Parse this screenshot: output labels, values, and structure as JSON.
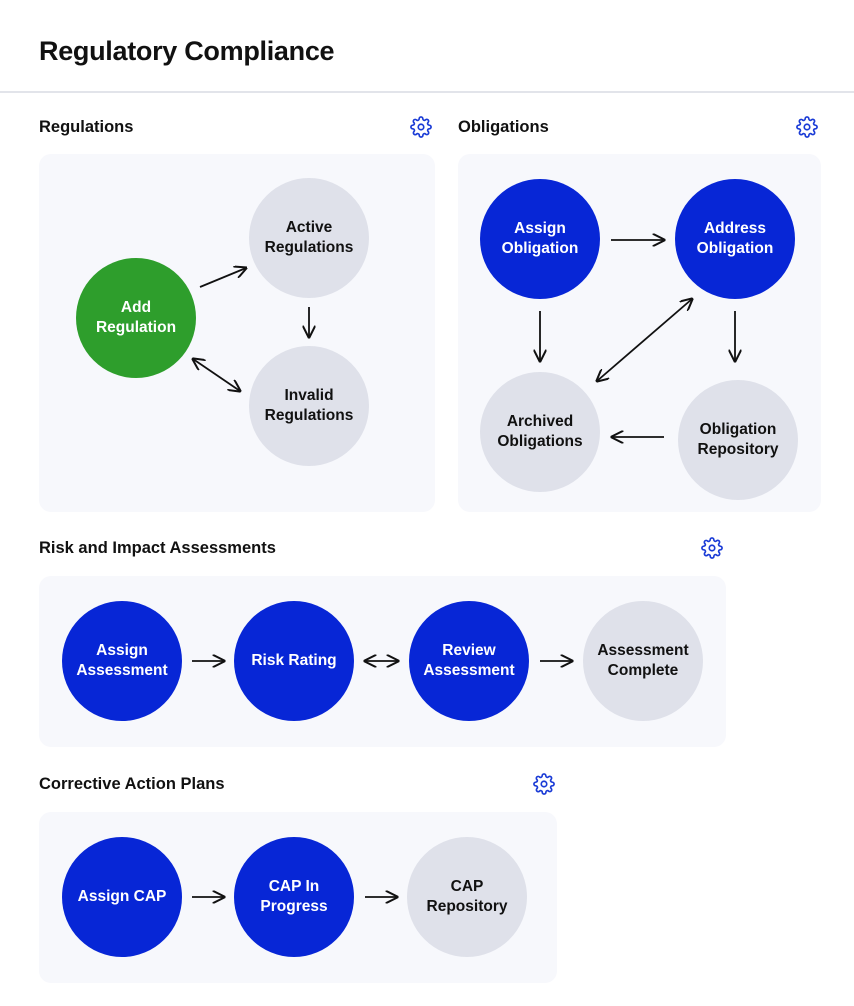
{
  "page": {
    "title": "Regulatory Compliance"
  },
  "colors": {
    "primary_blue": "#0726d6",
    "green": "#2e9e2c",
    "neutral_gray": "#dfe1ea",
    "panel_bg": "#f7f8fc",
    "gear_icon": "#1a3bd6"
  },
  "sections": {
    "regulations": {
      "title": "Regulations",
      "nodes": {
        "add": "Add\nRegulation",
        "active": "Active\nRegulations",
        "invalid": "Invalid\nRegulations"
      }
    },
    "obligations": {
      "title": "Obligations",
      "nodes": {
        "assign": "Assign\nObligation",
        "address": "Address\nObligation",
        "archived": "Archived\nObligations",
        "repository": "Obligation\nRepository"
      }
    },
    "risk": {
      "title": "Risk and Impact Assessments",
      "nodes": {
        "assign": "Assign\nAssessment",
        "rating": "Risk Rating",
        "review": "Review\nAssessment",
        "complete": "Assessment\nComplete"
      }
    },
    "cap": {
      "title": "Corrective Action Plans",
      "nodes": {
        "assign": "Assign CAP",
        "progress": "CAP In\nProgress",
        "repository": "CAP\nRepository"
      }
    }
  }
}
